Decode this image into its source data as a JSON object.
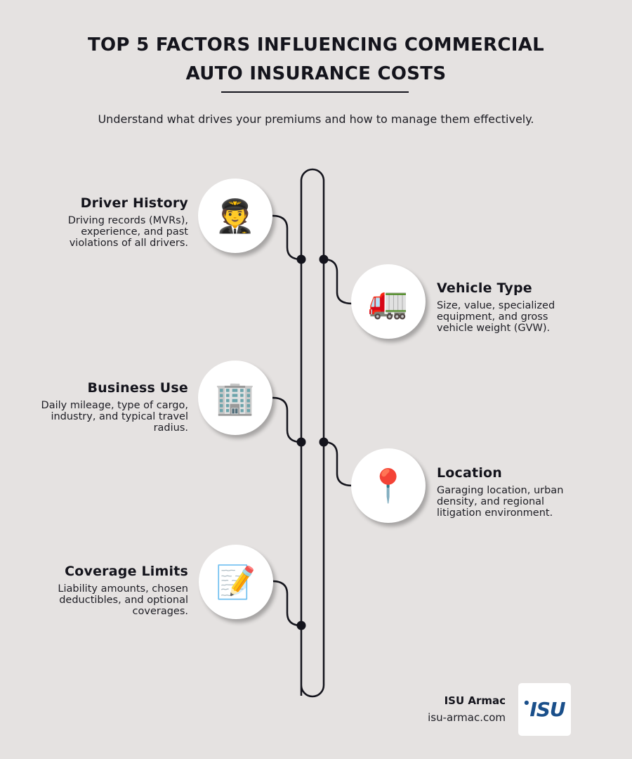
{
  "header": {
    "title_line1": "TOP 5 FACTORS INFLUENCING COMMERCIAL",
    "title_line2": "AUTO INSURANCE COSTS",
    "subtitle": "Understand what drives your premiums and how to manage them effectively."
  },
  "factors": [
    {
      "title": "Driver History",
      "description": "Driving records (MVRs), experience, and past violations of all drivers.",
      "icon": "pilot-icon",
      "emoji": "🧑‍✈️",
      "side": "left"
    },
    {
      "title": "Vehicle Type",
      "description": "Size, value, specialized equipment, and gross vehicle weight (GVW).",
      "icon": "truck-icon",
      "emoji": "🚛",
      "side": "right"
    },
    {
      "title": "Business Use",
      "description": "Daily mileage, type of cargo, industry, and typical travel radius.",
      "icon": "office-building-icon",
      "emoji": "🏢",
      "side": "left"
    },
    {
      "title": "Location",
      "description": "Garaging location, urban density, and regional litigation environment.",
      "icon": "pushpin-icon",
      "emoji": "📍",
      "side": "right"
    },
    {
      "title": "Coverage Limits",
      "description": "Liability amounts, chosen deductibles, and optional coverages.",
      "icon": "memo-pencil-icon",
      "emoji": "📝",
      "side": "left"
    }
  ],
  "footer": {
    "brand_name": "ISU Armac",
    "brand_url": "isu-armac.com",
    "logo_text": "ISU"
  },
  "colors": {
    "background": "#E5E2E1",
    "ink": "#14141C",
    "circle": "#FFFFFF",
    "logo_blue": "#1A4F8A"
  }
}
